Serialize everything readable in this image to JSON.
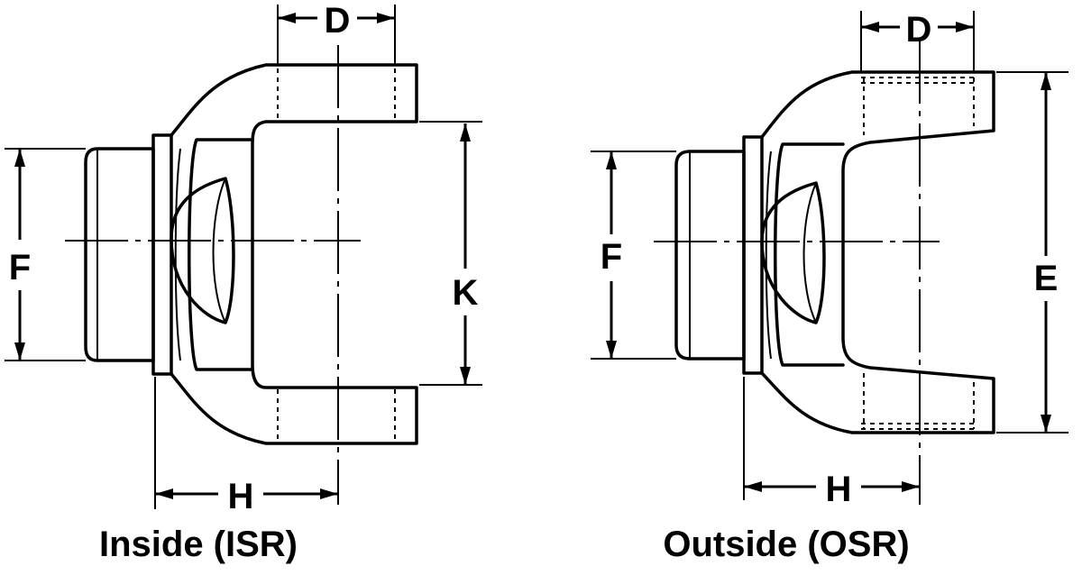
{
  "left_view": {
    "title": "Inside (ISR)",
    "labels": {
      "d": "D",
      "f": "F",
      "h": "H",
      "k": "K"
    }
  },
  "right_view": {
    "title": "Outside (OSR)",
    "labels": {
      "d": "D",
      "f": "F",
      "h": "H",
      "e": "E"
    }
  }
}
